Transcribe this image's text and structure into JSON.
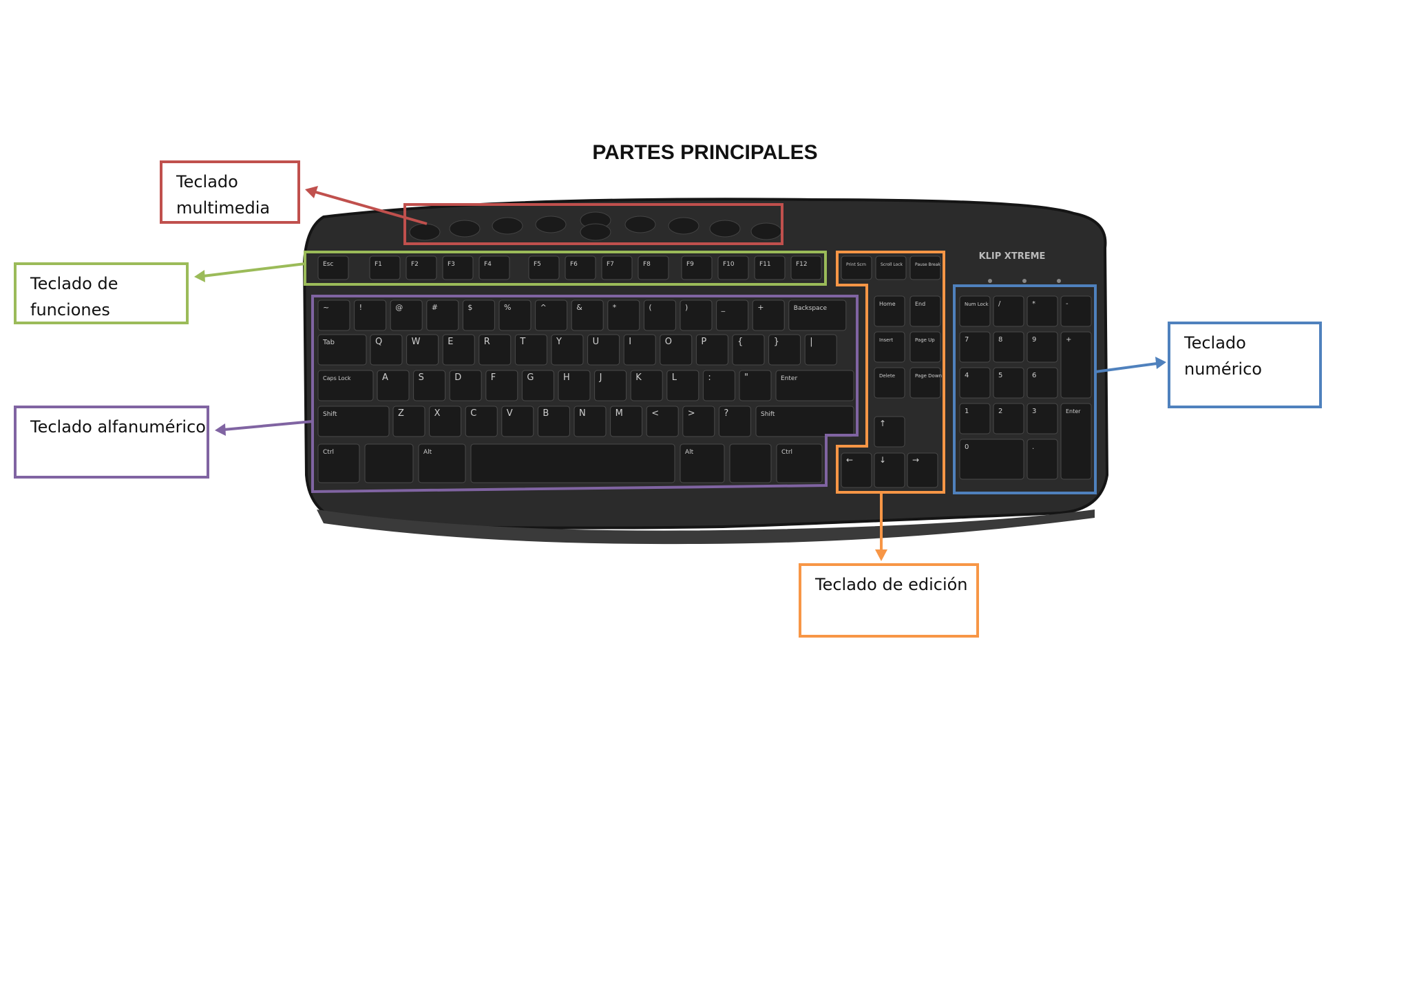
{
  "title": "PARTES PRINCIPALES",
  "labels": {
    "multimedia": [
      "Teclado",
      "multimedia"
    ],
    "funciones": [
      "Teclado de",
      "funciones"
    ],
    "alfanumerico": "Teclado alfanumérico",
    "numerico": [
      "Teclado",
      "numérico"
    ],
    "edicion": "Teclado de edición"
  },
  "colors": {
    "multimedia": "#c0504d",
    "funciones": "#9bbb59",
    "alfanumerico": "#8064a2",
    "numerico": "#4f81bd",
    "edicion": "#f79646",
    "keyboard_body": "#2b2b2b",
    "key": "#1a1a1a"
  },
  "keys": {
    "function_row": [
      "Esc",
      "F1",
      "F2",
      "F3",
      "F4",
      "F5",
      "F6",
      "F7",
      "F8",
      "F9",
      "F10",
      "F11",
      "F12"
    ],
    "row1": [
      "~",
      "!",
      "@",
      "#",
      "$",
      "%",
      "^",
      "&",
      "*",
      "(",
      ")",
      "_",
      "+",
      "Backspace"
    ],
    "row2": [
      "Tab",
      "Q",
      "W",
      "E",
      "R",
      "T",
      "Y",
      "U",
      "I",
      "O",
      "P",
      "{",
      "}",
      "|"
    ],
    "row3": [
      "Caps Lock",
      "A",
      "S",
      "D",
      "F",
      "G",
      "H",
      "J",
      "K",
      "L",
      ":",
      "\"",
      "Enter"
    ],
    "row4": [
      "Shift",
      "Z",
      "X",
      "C",
      "V",
      "B",
      "N",
      "M",
      "<",
      ">",
      "?",
      "Shift"
    ],
    "row5": [
      "Ctrl",
      "Alt",
      "Alt",
      "Ctrl"
    ],
    "edit_top": [
      "Print Scrn",
      "Scroll Lock",
      "Pause Break"
    ],
    "edit_block": [
      "Home",
      "End",
      "Insert",
      "Page Up",
      "Delete",
      "Page Down"
    ],
    "numpad": [
      "Num Lock",
      "/",
      "*",
      "-",
      "7",
      "8",
      "9",
      "+",
      "4",
      "5",
      "6",
      "1",
      "2",
      "3",
      "Enter",
      "0",
      "."
    ],
    "brand": "KLIP XTREME"
  }
}
